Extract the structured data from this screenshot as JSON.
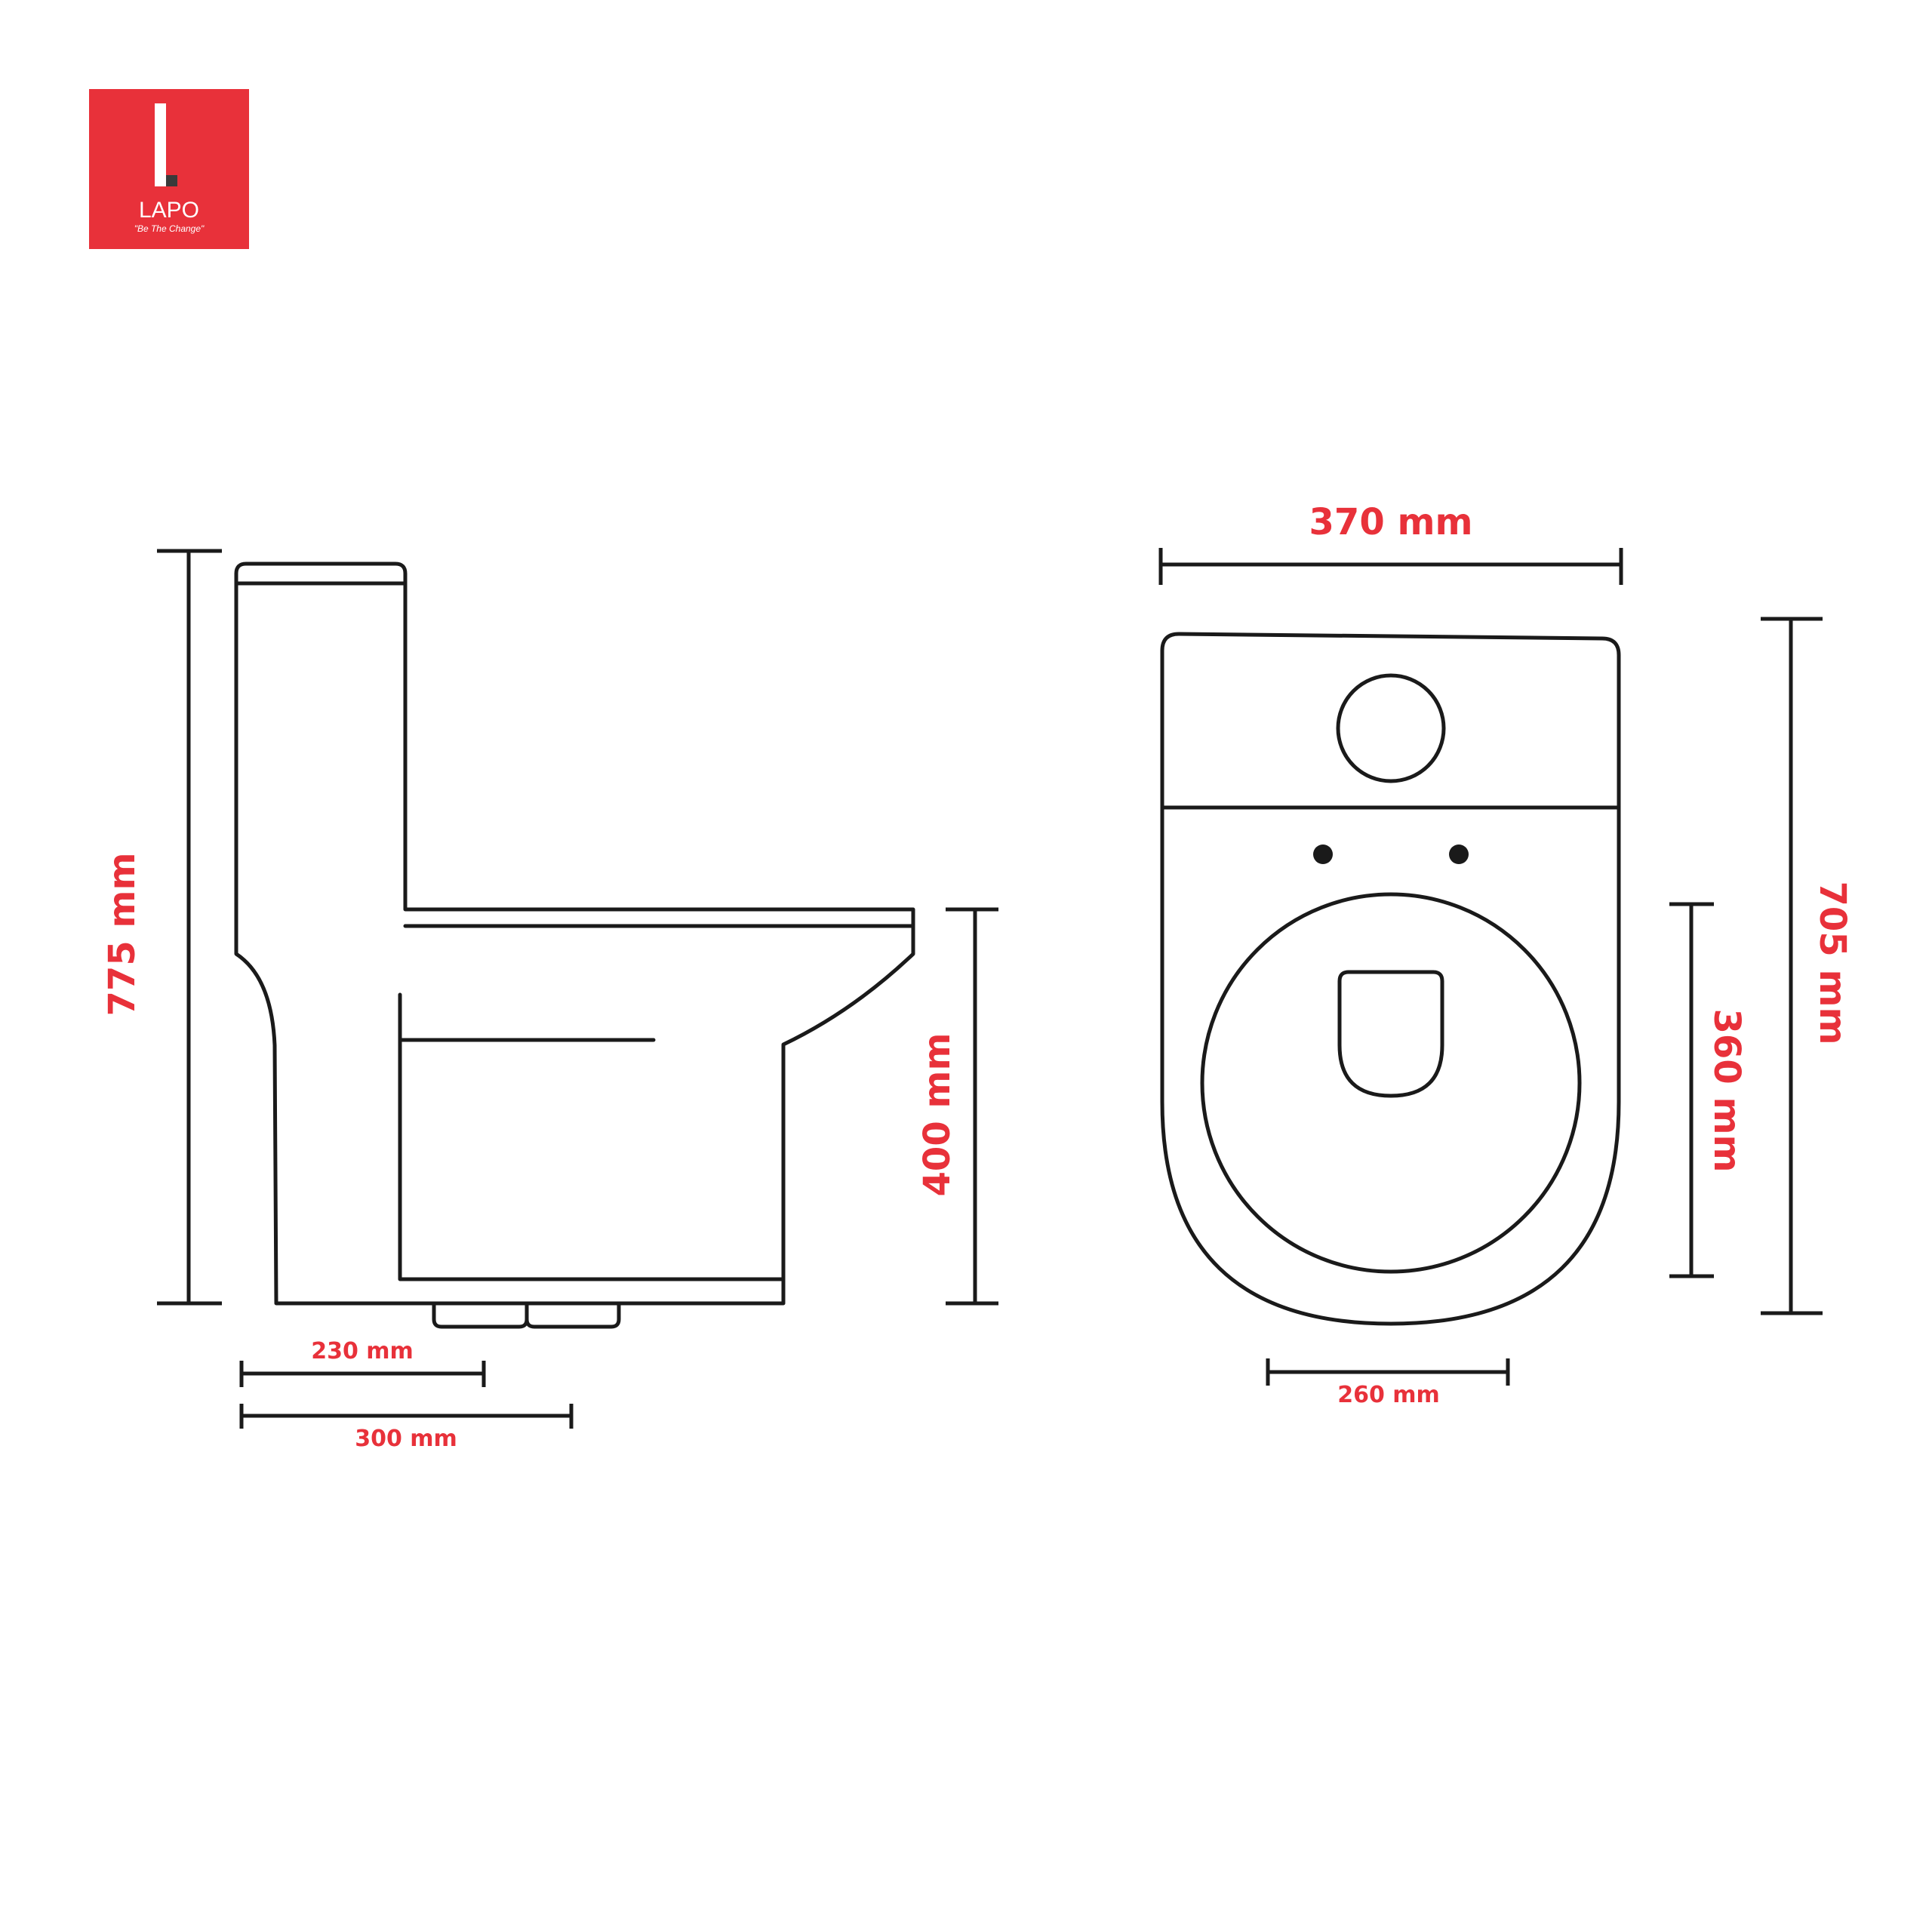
{
  "brand": {
    "name": "LAPO",
    "tagline": "\"Be The Change\"",
    "color": "#e8313a"
  },
  "side_view": {
    "height_label": "775 mm",
    "seat_height_label": "400 mm",
    "rough_in_label": "230 mm",
    "base_depth_label": "300 mm"
  },
  "top_view": {
    "width_label": "370 mm",
    "length_label": "705 mm",
    "bowl_length_label": "360 mm",
    "bowl_width_label": "260 mm"
  },
  "colors": {
    "dimension_text": "#e8313a",
    "line": "#1a1a1a"
  }
}
